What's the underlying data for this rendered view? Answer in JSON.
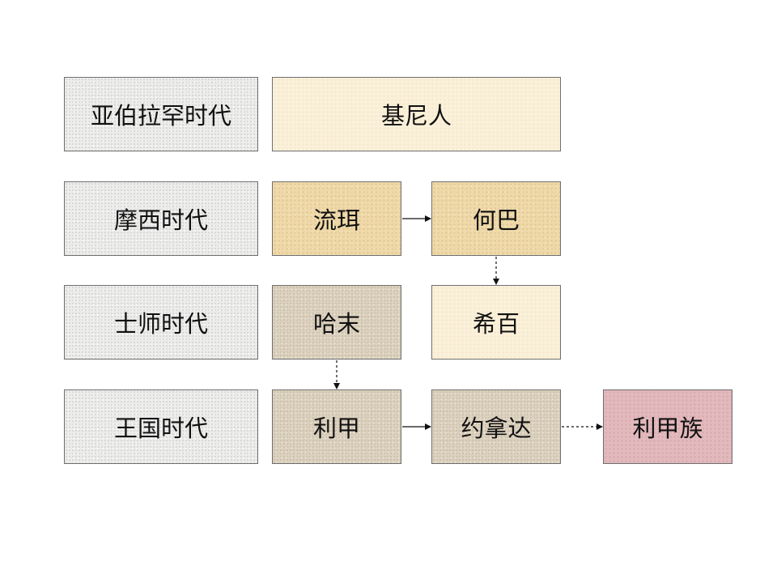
{
  "eras": [
    {
      "label": "亚伯拉罕时代"
    },
    {
      "label": "摩西时代"
    },
    {
      "label": "士师时代"
    },
    {
      "label": "王国时代"
    }
  ],
  "groups": {
    "kenites": "基尼人",
    "liuer": "流珥",
    "hobab": "何巴",
    "hammath": "哈末",
    "heber": "希百",
    "rechab": "利甲",
    "jonadab": "约拿达",
    "rechabites": "利甲族"
  }
}
